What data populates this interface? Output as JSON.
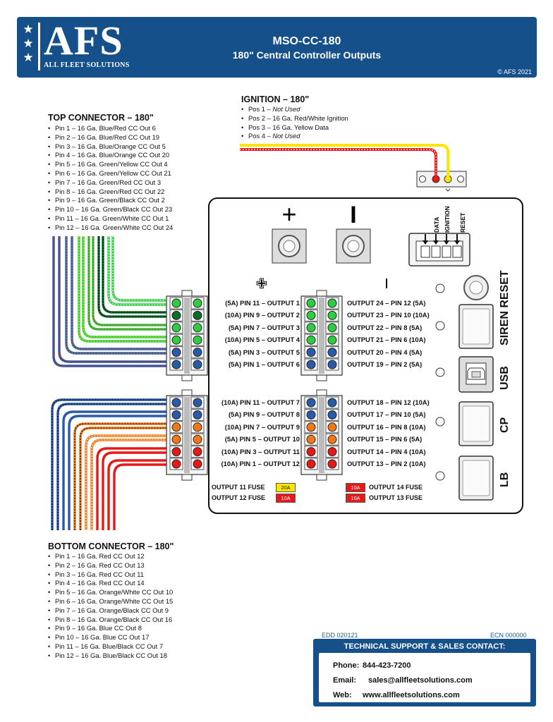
{
  "header": {
    "logo_text": "AFS",
    "logo_subtitle": "ALL FLEET SOLUTIONS",
    "model": "MSO-CC-180",
    "subtitle": "180\" Central Controller Outputs",
    "copyright": "© AFS 2021"
  },
  "ignition": {
    "title": "IGNITION – 180\"",
    "items": [
      {
        "prefix": "Pos 1 – ",
        "text": "Not Used",
        "italic": true
      },
      {
        "prefix": "Pos 2 – ",
        "text": "16 Ga. Red/White Ignition",
        "italic": false
      },
      {
        "prefix": "Pos 3 – ",
        "text": "16 Ga. Yellow Data",
        "italic": false
      },
      {
        "prefix": "Pos 4 – ",
        "text": "Not Used",
        "italic": true
      }
    ]
  },
  "top_connector": {
    "title": "TOP CONNECTOR – 180\"",
    "pins": [
      "Pin 1 – 16 Ga. Blue/Red CC Out 6",
      "Pin 2 – 16 Ga. Blue/Red CC Out 19",
      "Pin 3 – 16 Ga. Blue/Orange CC Out 5",
      "Pin 4 – 16 Ga. Blue/Orange CC Out 20",
      "Pin 5 – 16 Ga. Green/Yellow CC Out 4",
      "Pin 6 – 16 Ga. Green/Yellow CC Out 21",
      "Pin 7 – 16 Ga. Green/Red CC Out 3",
      "Pin 8 – 16 Ga. Green/Red CC Out 22",
      "Pin 9 – 16 Ga. Green/Black CC Out 2",
      "Pin 10 – 16 Ga. Green/Black CC Out 23",
      "Pin 11 – 16 Ga. Green/White CC Out 1",
      "Pin 12 – 16 Ga. Green/White CC Out 24"
    ]
  },
  "bottom_connector": {
    "title": "BOTTOM CONNECTOR – 180\"",
    "pins": [
      "Pin 1 – 16 Ga. Red CC Out 12",
      "Pin 2 – 16 Ga. Red CC Out 13",
      "Pin 3 – 16 Ga. Red CC Out 11",
      "Pin 4 – 16 Ga. Red CC Out 14",
      "Pin 5 – 16 Ga. Orange/White CC Out 10",
      "Pin 6 – 16 Ga. Orange/White CC Out 15",
      "Pin 7 – 16 Ga. Orange/Black CC Out 9",
      "Pin 8 – 16 Ga. Orange/Black CC Out 16",
      "Pin 9 – 16 Ga. Blue CC Out 8",
      "Pin 10 – 16 Ga. Blue CC Out 17",
      "Pin 11 – 16 Ga. Blue/Black CC Out 7",
      "Pin 12 – 16 Ga. Blue/Black CC Out 18"
    ]
  },
  "controller": {
    "plus_symbol": "+",
    "minus_symbol": "I",
    "plus_small": "✙",
    "minus_small": "I",
    "ignition_labels": [
      "DATA",
      "IGNITION",
      "RESET"
    ],
    "side_labels": [
      "SIREN RESET",
      "USB",
      "CP",
      "LB"
    ],
    "top_left_outputs": [
      "(5A) PIN 11 – OUTPUT 1",
      "(10A) PIN 9 – OUTPUT 2",
      "(5A) PIN 7 – OUTPUT 3",
      "(10A) PIN 5 – OUTPUT 4",
      "(5A) PIN 3 – OUTPUT 5",
      "(5A) PIN 1 – OUTPUT 6"
    ],
    "top_right_outputs": [
      "OUTPUT 24 – PIN 12 (5A)",
      "OUTPUT 23 – PIN 10 (10A)",
      "OUTPUT 22 – PIN 8 (5A)",
      "OUTPUT 21 – PIN 6 (10A)",
      "OUTPUT 20 – PIN 4 (5A)",
      "OUTPUT 19 – PIN 2 (5A)"
    ],
    "bottom_left_outputs": [
      "(10A) PIN 11 – OUTPUT 7",
      "(5A) PIN 9 – OUTPUT 8",
      "(10A) PIN 7 – OUTPUT 9",
      "(5A) PIN 5 – OUTPUT 10",
      "(10A) PIN 3 – OUTPUT 11",
      "(10A) PIN 1 – OUTPUT 12"
    ],
    "bottom_right_outputs": [
      "OUTPUT 18 – PIN 12 (10A)",
      "OUTPUT 17 – PIN 10 (5A)",
      "OUTPUT 16 – PIN 8 (10A)",
      "OUTPUT 15 – PIN 6 (5A)",
      "OUTPUT 14 – PIN 4 (10A)",
      "OUTPUT 13 – PIN 2 (10A)"
    ],
    "fuses": [
      {
        "label": "OUTPUT 11 FUSE",
        "rating": "20A",
        "color": "#ffe600"
      },
      {
        "label": "OUTPUT 12 FUSE",
        "rating": "10A",
        "color": "#e61919"
      },
      {
        "label": "OUTPUT 14 FUSE",
        "rating": "10A",
        "color": "#e61919"
      },
      {
        "label": "OUTPUT 13 FUSE",
        "rating": "10A",
        "color": "#e61919"
      }
    ]
  },
  "footer": {
    "edd": "EDD 020121",
    "ecn": "ECN 000000",
    "support_title": "TECHNICAL SUPPORT & SALES CONTACT:",
    "phone_label": "Phone:",
    "phone": "844-423-7200",
    "email_label": "Email:",
    "email": "sales@allfleetsolutions.com",
    "web_label": "Web:",
    "web": "www.allfleetsolutions.com"
  },
  "colors": {
    "brand_blue": "#15508a",
    "wire_green": "#2ecc40",
    "wire_dark_green": "#0b6b2a",
    "wire_blue": "#2b5aa8",
    "wire_red": "#e61919",
    "wire_orange": "#f07818",
    "wire_yellow": "#ffe600",
    "wire_brown": "#8a5a2b"
  }
}
